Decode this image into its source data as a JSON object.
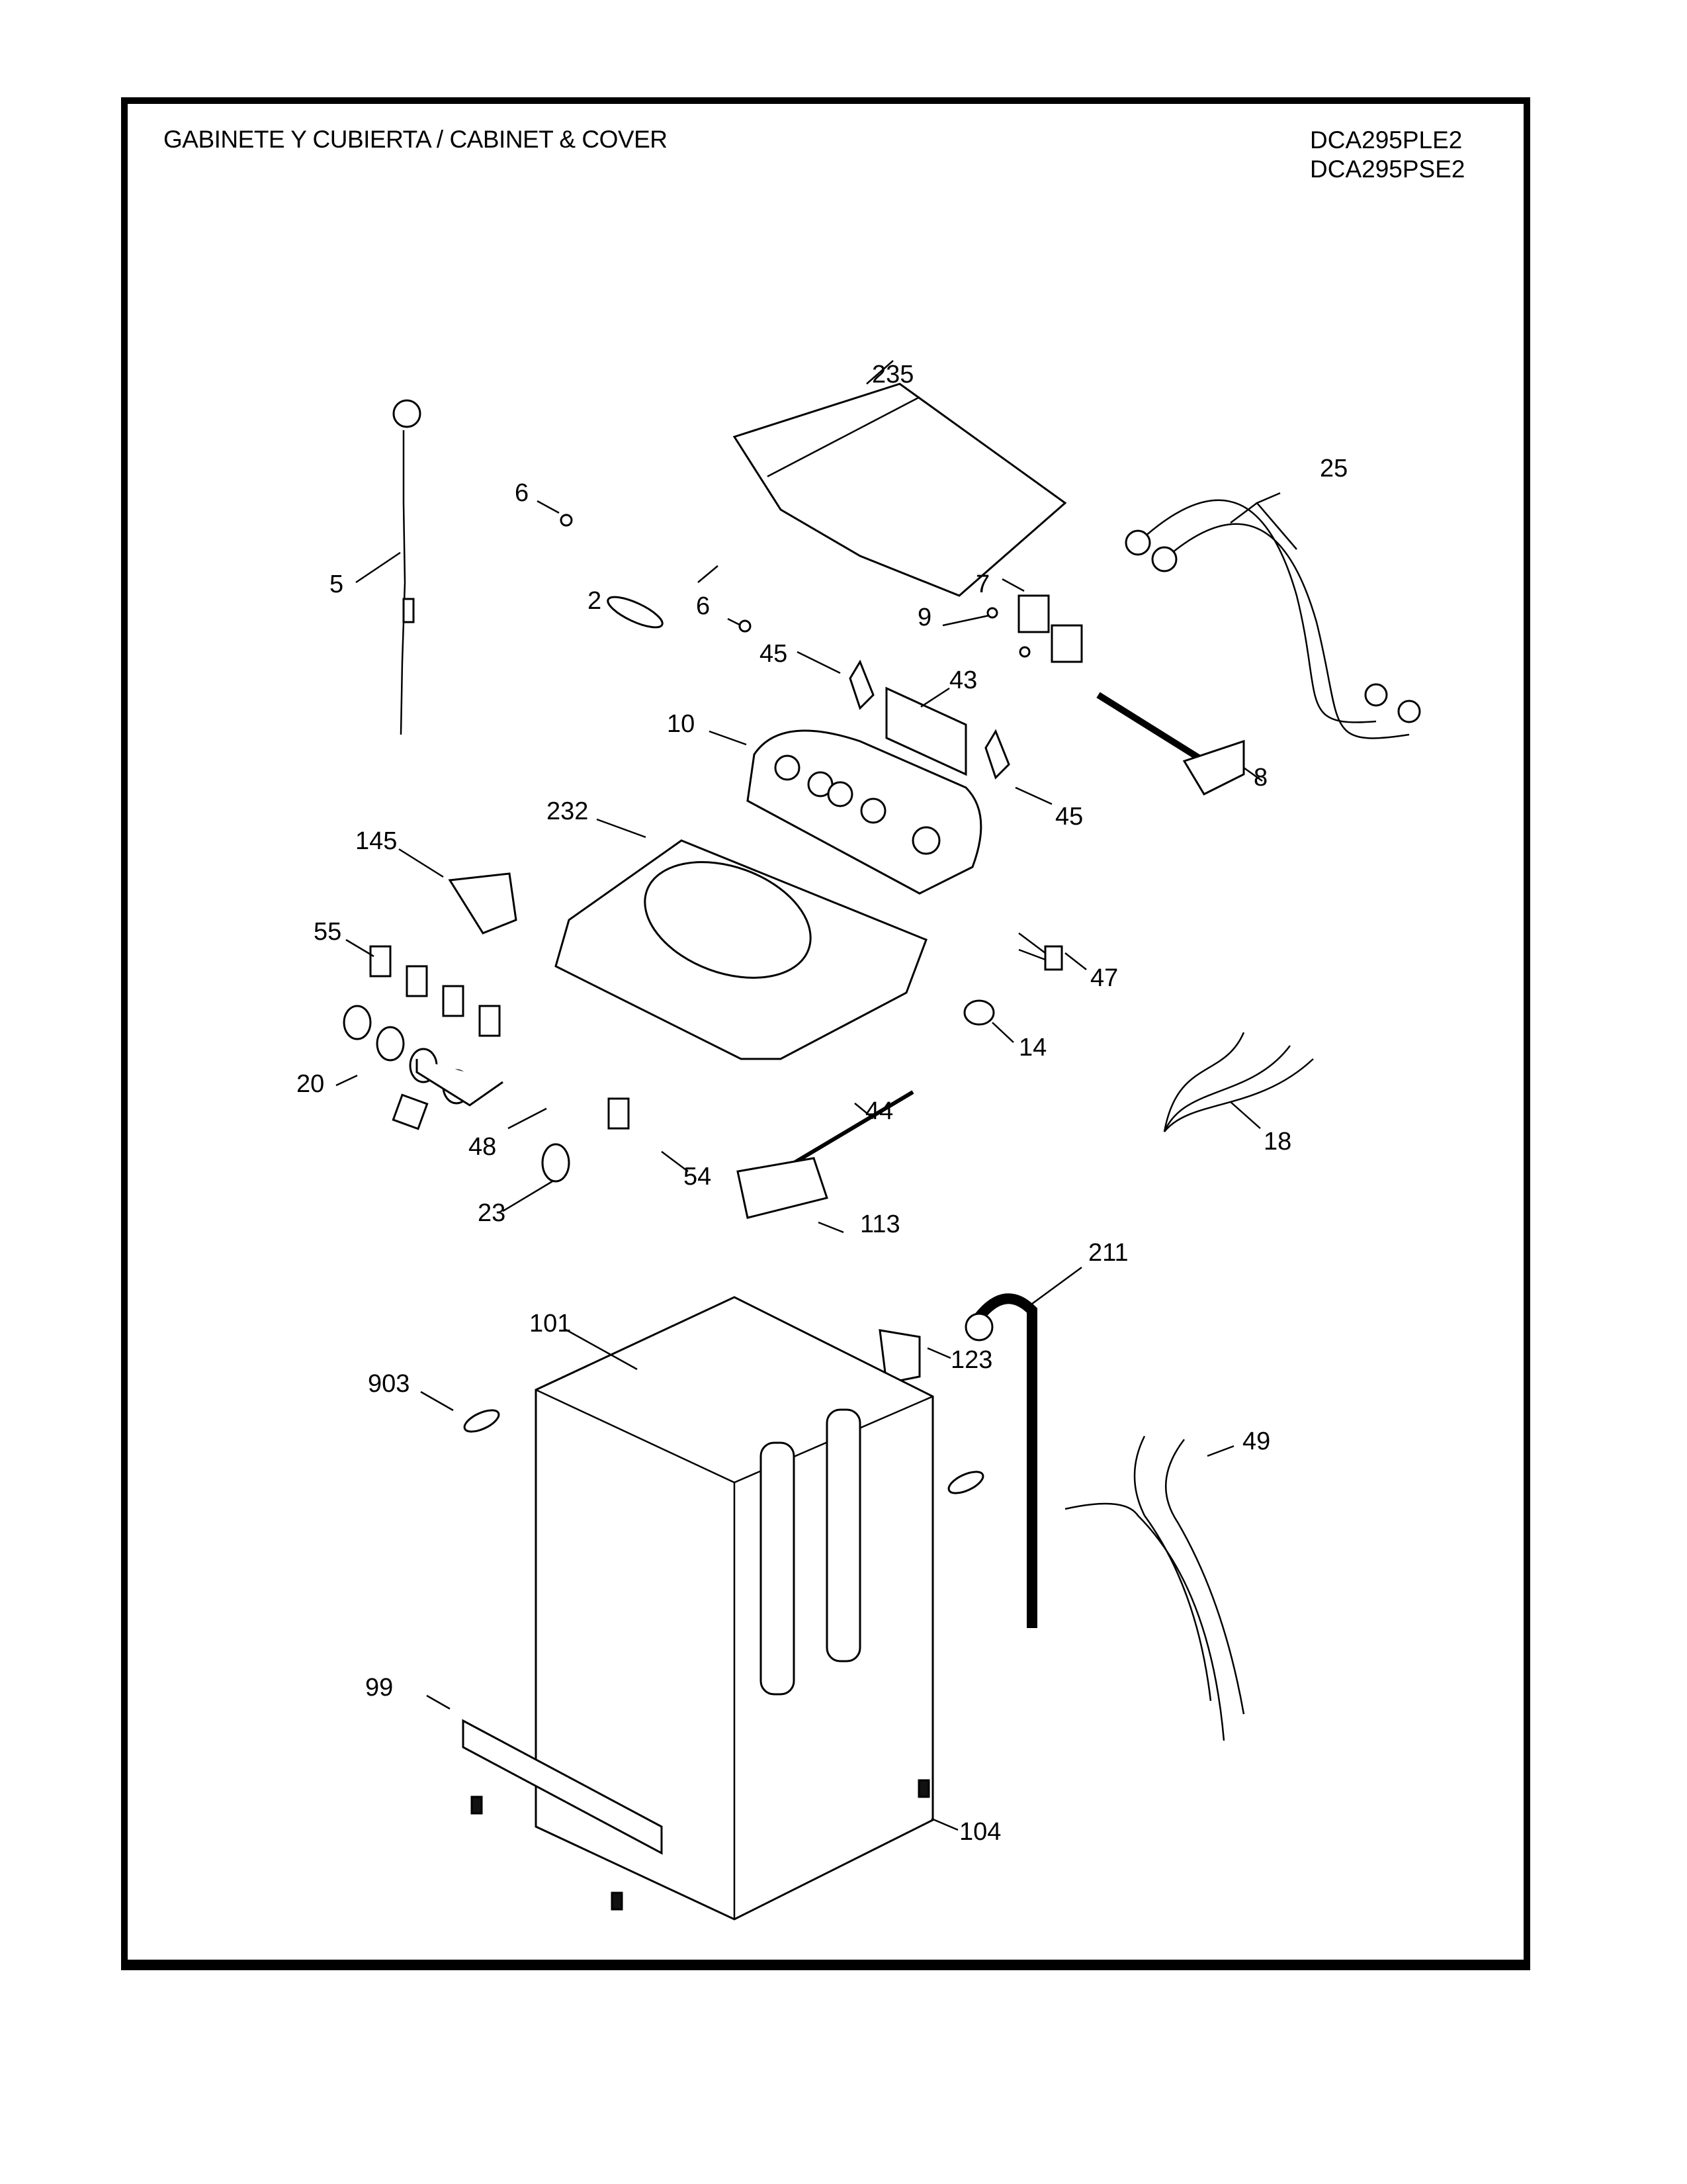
{
  "header": {
    "title": "GABINETE Y CUBIERTA / CABINET & COVER",
    "models": [
      "DCA295PLE2",
      "DCA295PSE2"
    ]
  },
  "callouts": [
    {
      "id": "235",
      "label": "235",
      "part": "lid"
    },
    {
      "id": "6a",
      "label": "6",
      "part": "bumper"
    },
    {
      "id": "6b",
      "label": "6",
      "part": "bumper"
    },
    {
      "id": "5",
      "label": "5",
      "part": "power-cord"
    },
    {
      "id": "2",
      "label": "2",
      "part": "lid-emblem"
    },
    {
      "id": "25",
      "label": "25",
      "part": "inlet-hoses"
    },
    {
      "id": "7",
      "label": "7",
      "part": "water-valve"
    },
    {
      "id": "9",
      "label": "9",
      "part": "clamp"
    },
    {
      "id": "45a",
      "label": "45",
      "part": "bracket"
    },
    {
      "id": "43",
      "label": "43",
      "part": "control-board"
    },
    {
      "id": "10",
      "label": "10",
      "part": "control-panel"
    },
    {
      "id": "8",
      "label": "8",
      "part": "hose-assembly"
    },
    {
      "id": "45b",
      "label": "45",
      "part": "bracket"
    },
    {
      "id": "232",
      "label": "232",
      "part": "top-cover"
    },
    {
      "id": "145",
      "label": "145",
      "part": "dispenser"
    },
    {
      "id": "55",
      "label": "55",
      "part": "selector-switch"
    },
    {
      "id": "47",
      "label": "47",
      "part": "wire-harness"
    },
    {
      "id": "14",
      "label": "14",
      "part": "pressure-switch"
    },
    {
      "id": "20",
      "label": "20",
      "part": "knobs"
    },
    {
      "id": "44",
      "label": "44",
      "part": "switch-board"
    },
    {
      "id": "48",
      "label": "48",
      "part": "harness"
    },
    {
      "id": "18",
      "label": "18",
      "part": "ground-wires"
    },
    {
      "id": "54",
      "label": "54",
      "part": "switch"
    },
    {
      "id": "23",
      "label": "23",
      "part": "knob"
    },
    {
      "id": "113",
      "label": "113",
      "part": "lid-lock"
    },
    {
      "id": "211",
      "label": "211",
      "part": "drain-hose"
    },
    {
      "id": "101",
      "label": "101",
      "part": "cabinet"
    },
    {
      "id": "123",
      "label": "123",
      "part": "hose-support"
    },
    {
      "id": "903",
      "label": "903",
      "part": "grommet"
    },
    {
      "id": "49",
      "label": "49",
      "part": "main-harness"
    },
    {
      "id": "99",
      "label": "99",
      "part": "front-panel-trim"
    },
    {
      "id": "104",
      "label": "104",
      "part": "leveling-foot"
    }
  ]
}
